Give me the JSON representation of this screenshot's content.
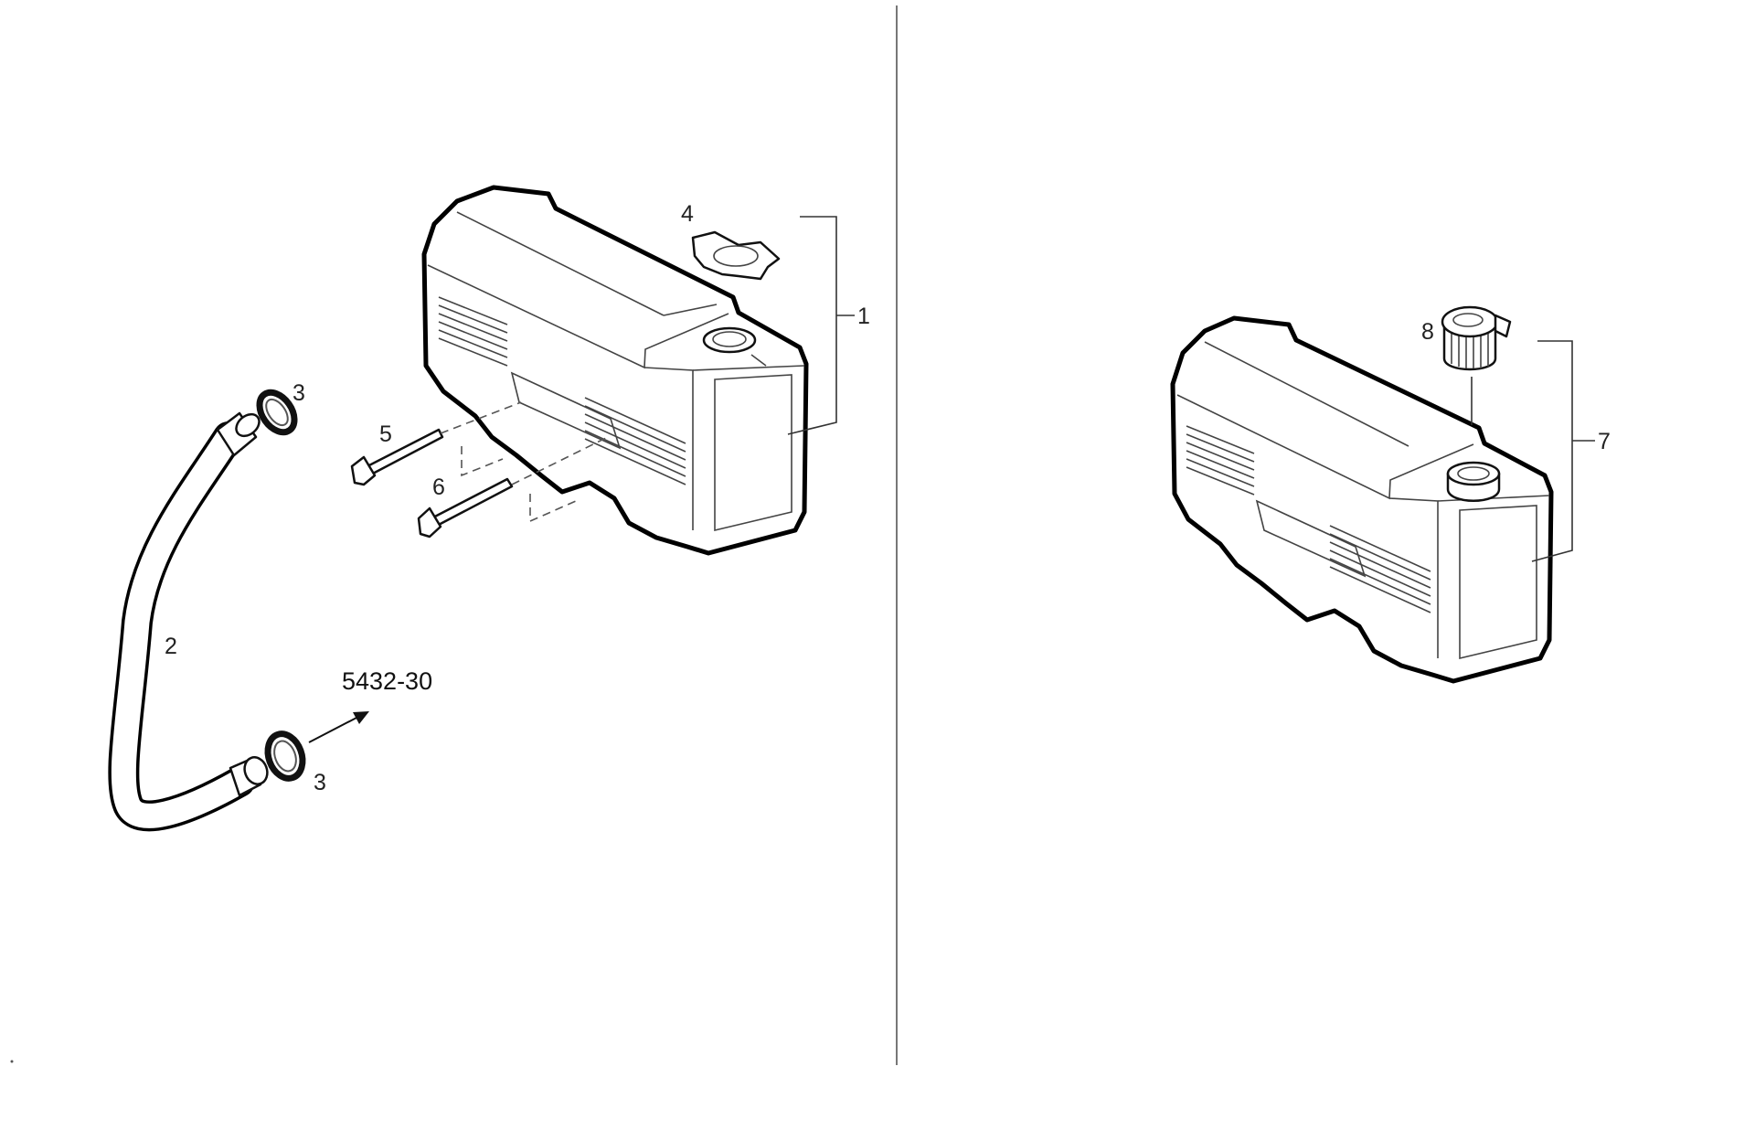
{
  "callouts": {
    "c1": "1",
    "c2": "2",
    "c3a": "3",
    "c3b": "3",
    "c4": "4",
    "c5": "5",
    "c6": "6",
    "c7": "7",
    "c8": "8"
  },
  "reference": "5432-30"
}
